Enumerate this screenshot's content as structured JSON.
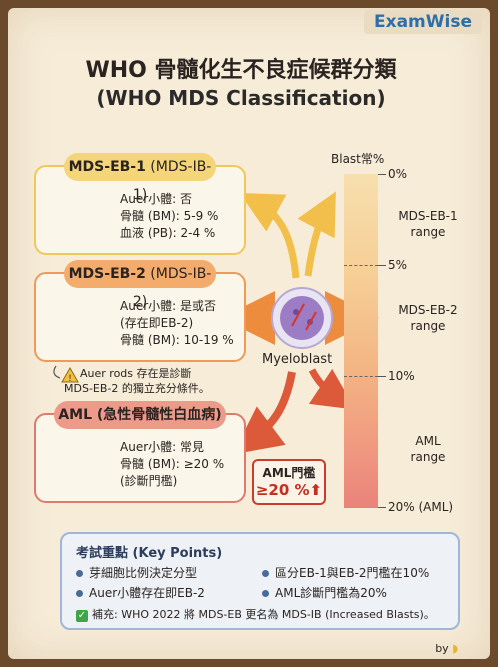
{
  "brand": "ExamWise",
  "title": "WHO 骨髓化生不良症候群分類",
  "subtitle": "(WHO MDS Classification)",
  "cards": [
    {
      "name_bold": "MDS-EB-1",
      "name_rest": " (MDS-IB-1)",
      "lines": [
        "Auer小體: 否",
        "骨髓 (BM): 5-9 %",
        "血液 (PB): 2-4 %"
      ]
    },
    {
      "name_bold": "MDS-EB-2",
      "name_rest": " (MDS-IB-2)",
      "lines": [
        "Auer小體: 是或否",
        "(存在即EB-2)",
        "骨髓 (BM): 10-19 %"
      ]
    },
    {
      "name_bold": "AML",
      "name_rest": " (急性骨髓性白血病)",
      "lines": [
        "Auer小體: 常見",
        "骨髓 (BM): ≥20 %",
        "(診斷門檻)"
      ]
    }
  ],
  "note": {
    "line1": "Auer rods 存在是診斷",
    "line2": "MDS-EB-2 的獨立充分條件。"
  },
  "center_label": "Myeloblast",
  "aml_threshold": {
    "title": "AML門檻",
    "value": "≥20 %⬆"
  },
  "bar": {
    "title": "Blast常%",
    "ticks": [
      "0%",
      "5%",
      "10%",
      "20% (AML)"
    ],
    "ranges": [
      {
        "l1": "MDS-EB-1",
        "l2": "range"
      },
      {
        "l1": "MDS-EB-2",
        "l2": "range"
      },
      {
        "l1": "AML",
        "l2": "range"
      }
    ]
  },
  "key_points": {
    "title": "考試重點 (Key Points)",
    "items": [
      "芽細胞比例決定分型",
      "區分EB-1與EB-2門檻在10%",
      "Auer小體存在即EB-2",
      "AML診斷門檻為20%"
    ],
    "note": "補充: WHO 2022 將 MDS-EB 更名為 MDS-IB (Increased Blasts)。"
  },
  "credit": "by"
}
